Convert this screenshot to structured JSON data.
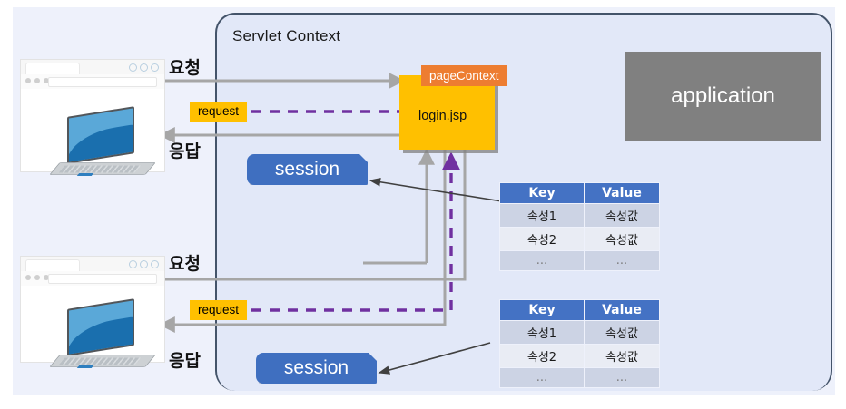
{
  "diagram": {
    "title": "Servlet Context",
    "container_label": "Servlet Context",
    "colors": {
      "canvas": "#eef1fb",
      "servlet_context_fill": "#e2e8f8",
      "servlet_context_border": "#44546a",
      "request_badge": "#ffc000",
      "session_box": "#3f6fc0",
      "page_context": "#ed7d31",
      "jsp_box": "#ffc000",
      "application_box": "#808080",
      "table_header": "#4472c4",
      "table_row_odd": "#ccd3e4",
      "table_row_even": "#e9ecf4",
      "gray_arrow": "#a6a6a6",
      "purple_arrow": "#7030a0",
      "thin_arrow": "#404040"
    }
  },
  "clients": [
    {
      "id": "client-top",
      "request_label": "요청",
      "response_label": "응답",
      "request_badge": "request"
    },
    {
      "id": "client-bottom",
      "request_label": "요청",
      "response_label": "응답",
      "request_badge": "request"
    }
  ],
  "scopes": {
    "page_context_label": "pageContext",
    "jsp_label": "login.jsp",
    "session_label_top": "session",
    "session_label_bottom": "session",
    "application_label": "application"
  },
  "tables": [
    {
      "id": "session-attr-table-top",
      "headers": [
        "Key",
        "Value"
      ],
      "rows": [
        [
          "속성1",
          "속성값"
        ],
        [
          "속성2",
          "속성값"
        ],
        [
          "...",
          "..."
        ]
      ]
    },
    {
      "id": "session-attr-table-bottom",
      "headers": [
        "Key",
        "Value"
      ],
      "rows": [
        [
          "속성1",
          "속성값"
        ],
        [
          "속성2",
          "속성값"
        ],
        [
          "...",
          "..."
        ]
      ]
    }
  ]
}
